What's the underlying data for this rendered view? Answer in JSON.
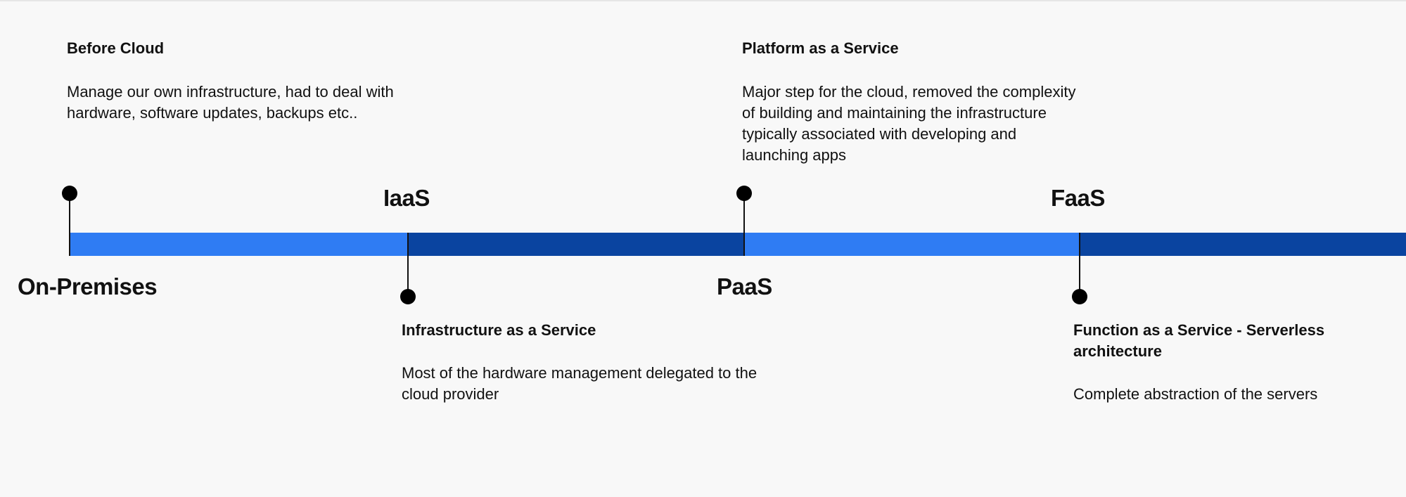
{
  "colors": {
    "light_segment": "#2f7cf3",
    "dark_segment": "#0a44a0",
    "marker": "#000000",
    "background": "#f8f8f8"
  },
  "timeline": {
    "segments": [
      "light",
      "dark",
      "light",
      "dark"
    ],
    "stages": [
      {
        "era": "On-Premises",
        "heading": "Before Cloud",
        "description": "Manage our own infrastructure, had to deal with hardware, software updates, backups etc.."
      },
      {
        "era": "IaaS",
        "heading": "Infrastructure as a Service",
        "description": "Most of the hardware management delegated to the cloud provider"
      },
      {
        "era": "PaaS",
        "heading": "Platform as a Service",
        "description": "Major step for the cloud, removed the complexity of building and maintaining the infrastructure typically associated with developing and launching apps"
      },
      {
        "era": "FaaS",
        "heading": "Function as a Service - Serverless architecture",
        "description": "Complete abstraction of the servers"
      }
    ]
  }
}
